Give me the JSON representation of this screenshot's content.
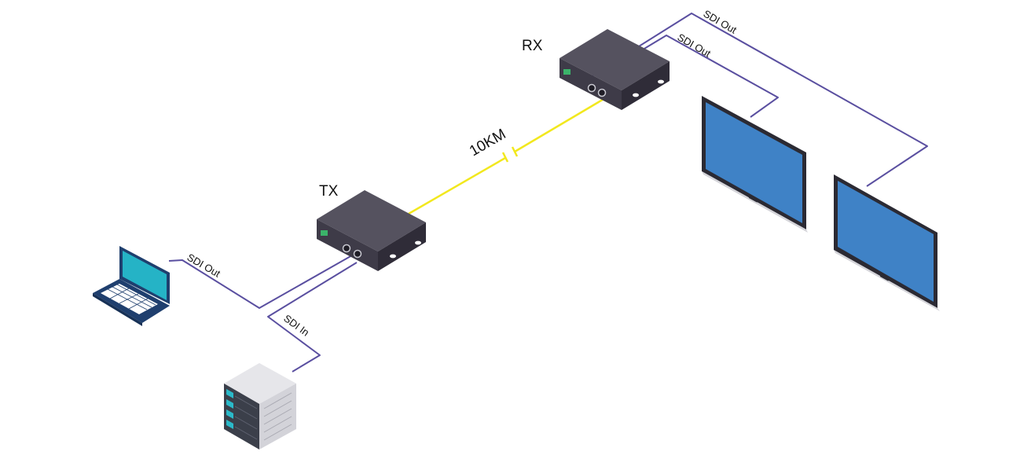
{
  "devices": {
    "tx_label": "TX",
    "rx_label": "RX"
  },
  "fiber": {
    "distance_label": "10KM",
    "color": "#f2e81e"
  },
  "connections": {
    "laptop_label": "SDI Out",
    "server_label": "SDI In",
    "monitor1_label": "SDI Out",
    "monitor2_label": "SDI Out",
    "cable_color": "#5a4fa0"
  },
  "colors": {
    "device_body": "#4a4757",
    "screen": "#3f82c6",
    "laptop_screen": "#25b3c6",
    "server_accent": "#2bb9c9"
  }
}
